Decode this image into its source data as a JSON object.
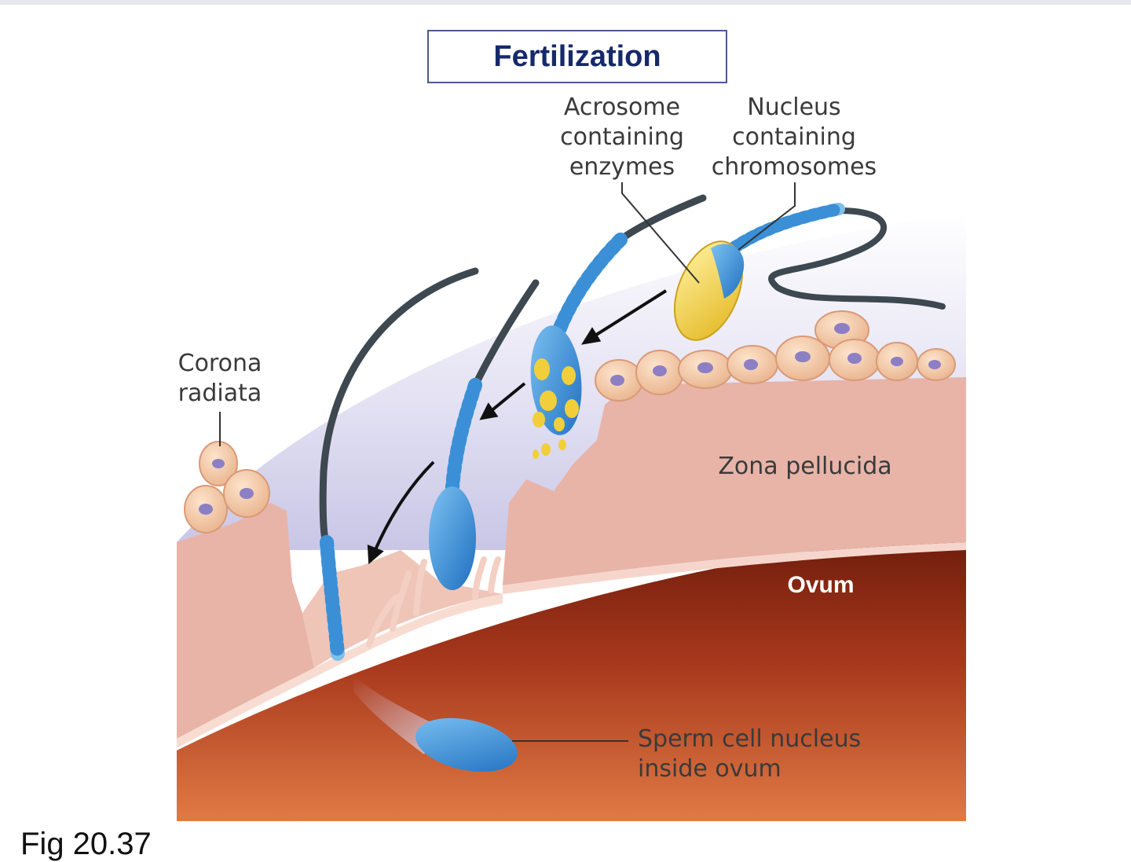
{
  "title": "Fertilization",
  "labels": {
    "acrosome": [
      "Acrosome",
      "containing",
      "enzymes"
    ],
    "nucleus": [
      "Nucleus",
      "containing",
      "chromosomes"
    ],
    "corona": [
      "Corona",
      "radiata"
    ],
    "zona": "Zona pellucida",
    "ovum": "Ovum",
    "sperm_nucleus": [
      "Sperm cell nucleus",
      "inside ovum"
    ]
  },
  "caption": "Fig 20.37",
  "colors": {
    "title_border": "#4b5a90",
    "title_text": "#16296b",
    "zona": "#e8b4a8",
    "ovum": "#a8381c",
    "sperm_head": "#3a8fd6",
    "acrosome": "#f2cf3a",
    "corona_cell": "#f3c8a2",
    "cell_nucleus": "#8c7fc4",
    "fluid": "#d9d6ee"
  }
}
